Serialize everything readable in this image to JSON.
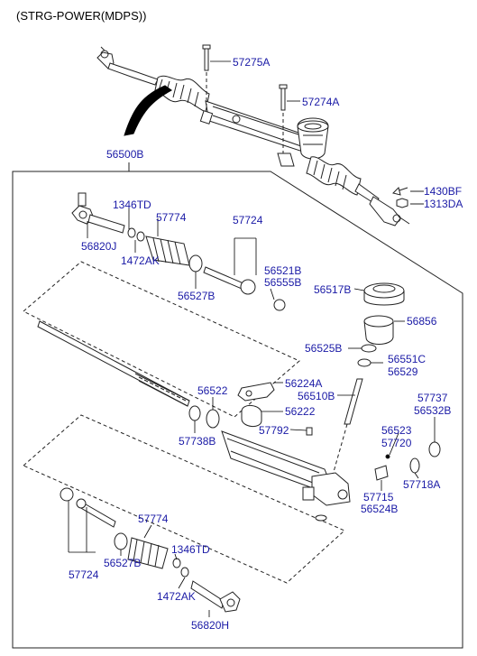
{
  "title": "(STRG-POWER(MDPS))",
  "parts": {
    "p57275A": "57275A",
    "p57274A": "57274A",
    "p56500B": "56500B",
    "p1430BF": "1430BF",
    "p1313DA": "1313DA",
    "p1346TD_top": "1346TD",
    "p57774_top": "57774",
    "p57724_top": "57724",
    "p56820J": "56820J",
    "p1472AK_top": "1472AK",
    "p56521B": "56521B",
    "p56555B": "56555B",
    "p56527B_top": "56527B",
    "p56517B": "56517B",
    "p56856": "56856",
    "p56525B": "56525B",
    "p56551C": "56551C",
    "p56529": "56529",
    "p56224A": "56224A",
    "p56522": "56522",
    "p56222": "56222",
    "p56510B": "56510B",
    "p57737": "57737",
    "p56532B": "56532B",
    "p57738B": "57738B",
    "p57792": "57792",
    "p56523": "56523",
    "p57720": "57720",
    "p57715": "57715",
    "p57718A": "57718A",
    "p56524B": "56524B",
    "p57774_bot": "57774",
    "p1346TD_bot": "1346TD",
    "p57724_bot": "57724",
    "p56527B_bot": "56527B",
    "p1472AK_bot": "1472AK",
    "p56820H": "56820H"
  }
}
